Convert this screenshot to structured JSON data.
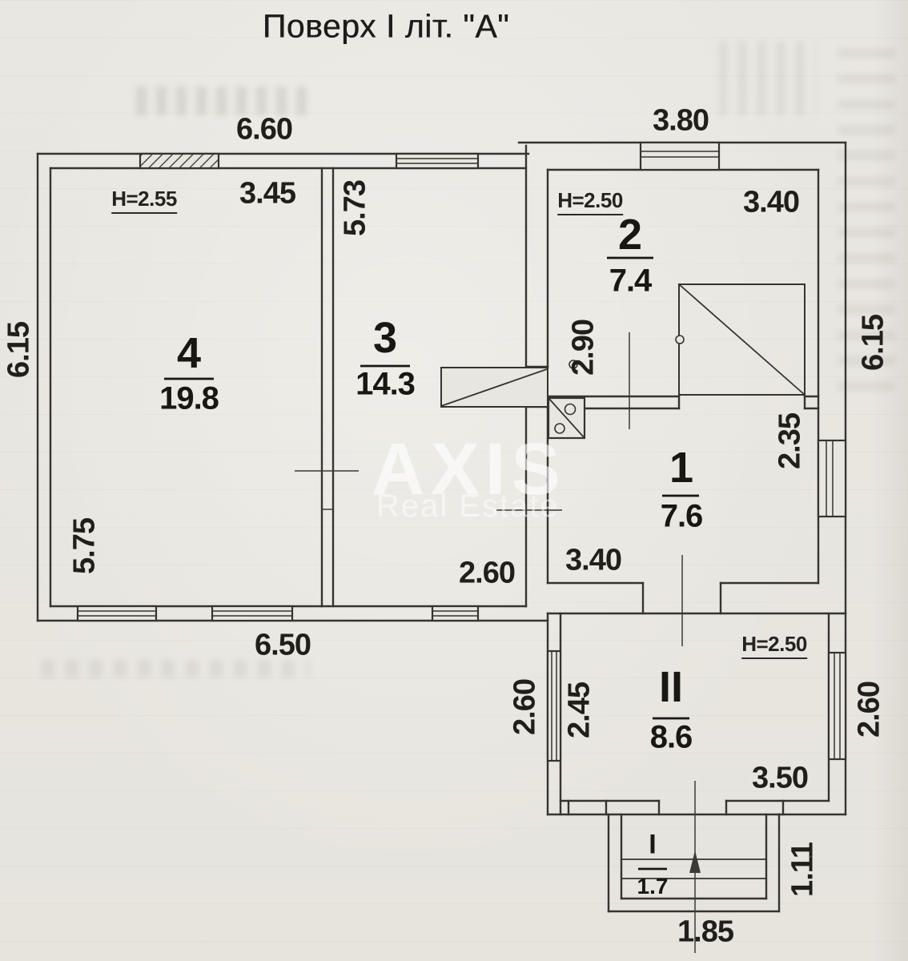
{
  "title": "Поверх І літ. \"А\"",
  "watermark": {
    "line1": "AXIS",
    "line2": "Real Estate"
  },
  "rooms": [
    {
      "number": "4",
      "area": "19.8",
      "height_note": "H=2.55"
    },
    {
      "number": "3",
      "area": "14.3"
    },
    {
      "number": "2",
      "area": "7.4",
      "height_note": "H=2.50"
    },
    {
      "number": "1",
      "area": "7.6"
    },
    {
      "number": "II",
      "area": "8.6",
      "height_note": "H=2.50"
    },
    {
      "number": "I",
      "area": "1.7"
    }
  ],
  "dimensions": {
    "top_left_width": "6.60",
    "top_right_width": "3.80",
    "room4_top": "3.45",
    "room2_top": "3.40",
    "partition_4_3": "5.73",
    "left_height": "6.15",
    "right_height": "6.15",
    "room2_left": "2.90",
    "room1_right": "2.35",
    "room4_left": "5.75",
    "room3_bottom": "2.60",
    "room1_bottom": "3.40",
    "bottom_left_width": "6.50",
    "annex_left_outer": "2.60",
    "annex_left_inner": "2.45",
    "annex_right_outer": "2.60",
    "annex_bottom": "3.50",
    "porch_right": "1.11",
    "porch_bottom": "1.85"
  },
  "colors": {
    "paper": "#e8e6e0",
    "ink": "#35342e",
    "text": "#201f1a",
    "watermark": "#ffffff"
  }
}
